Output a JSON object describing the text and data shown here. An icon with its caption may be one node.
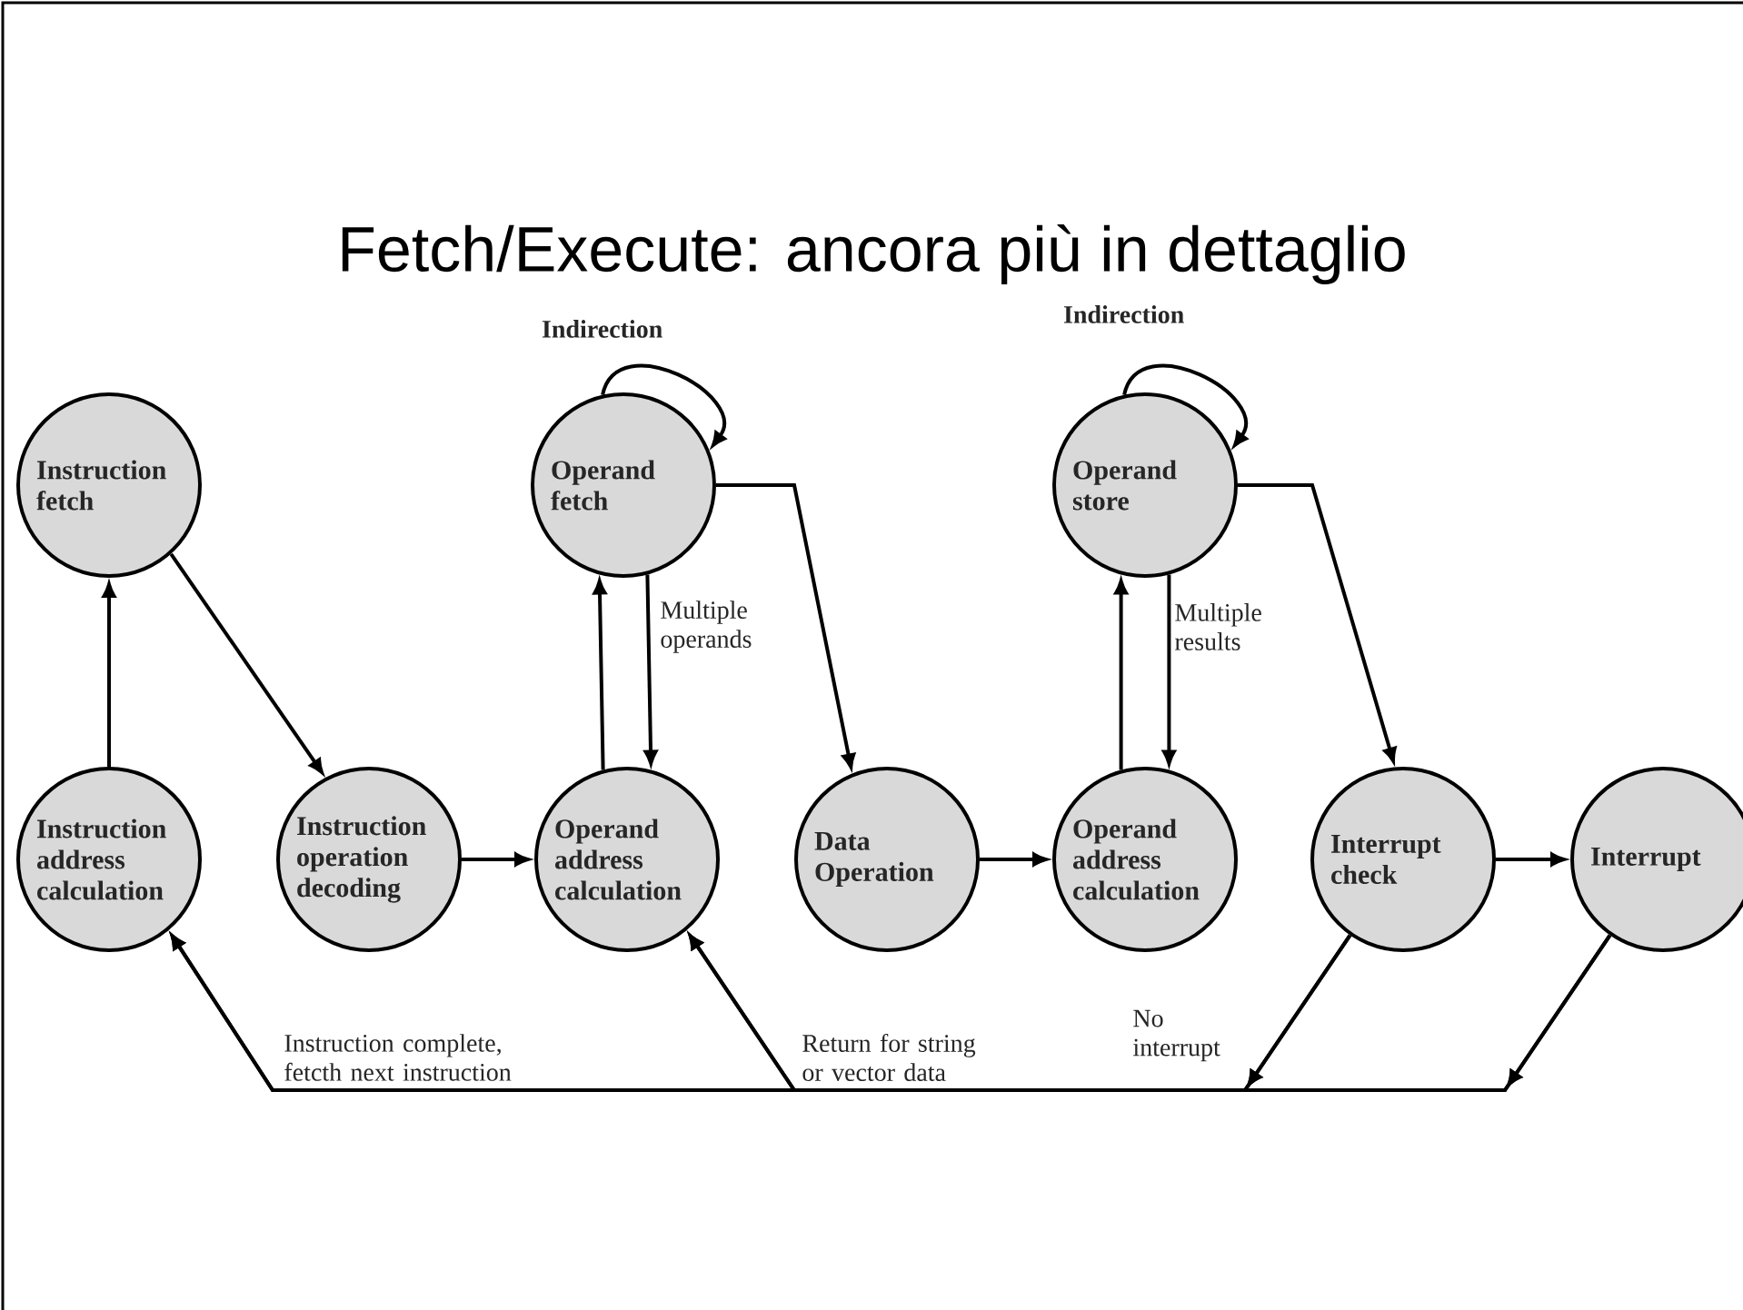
{
  "diagram": {
    "title": "Fetch/Execute: ancora più in dettaglio",
    "nodes": [
      {
        "text": [
          "Instruction fetch"
        ]
      },
      {
        "text": [
          "Operand fetch"
        ]
      },
      {
        "text": [
          "Operand store"
        ]
      },
      {
        "text": [
          "Instruction address calculation"
        ]
      },
      {
        "text": [
          "Instruction operation decoding"
        ]
      },
      {
        "text": [
          "Operand address calculation"
        ]
      },
      {
        "text": [
          "Data Operation"
        ]
      },
      {
        "text": [
          "Operand address calculation"
        ]
      },
      {
        "text": [
          "Interrupt check"
        ]
      },
      {
        "text": [
          "Interrupt"
        ]
      }
    ],
    "edges": [
      {
        "from": 3,
        "to": 0,
        "arrow": "to"
      },
      {
        "from": 0,
        "to": 4,
        "arrow": "to"
      },
      {
        "from": 4,
        "to": 5,
        "arrow": "to"
      },
      {
        "from": 5,
        "to": 1,
        "arrow": "to"
      },
      {
        "from": 1,
        "to": 5,
        "arrow": "to",
        "label": "Multiple operands"
      },
      {
        "from": 1,
        "to": 1,
        "arrow": "to",
        "label": "Indirection"
      },
      {
        "from": 1,
        "to": 6,
        "arrow": "to"
      },
      {
        "from": 6,
        "to": 7,
        "arrow": "to"
      },
      {
        "from": 7,
        "to": 2,
        "arrow": "to"
      },
      {
        "from": 2,
        "to": 7,
        "arrow": "to",
        "label": "Multiple results"
      },
      {
        "from": 2,
        "to": 2,
        "arrow": "to",
        "label": "Indirection"
      },
      {
        "from": 2,
        "to": 8,
        "arrow": "to"
      },
      {
        "from": 8,
        "to": 9,
        "arrow": "to"
      },
      {
        "from": 9,
        "to": 3,
        "arrow": "to",
        "label": "Instruction complete, fetcth next instruction"
      },
      {
        "from": 8,
        "to": 3,
        "arrow": "to",
        "label": "No interrupt"
      },
      {
        "from": 9,
        "to": 5,
        "arrow": "to",
        "label": "Return for string or vector data"
      },
      {
        "from": 8,
        "to": 5,
        "arrow": "to"
      }
    ]
  }
}
